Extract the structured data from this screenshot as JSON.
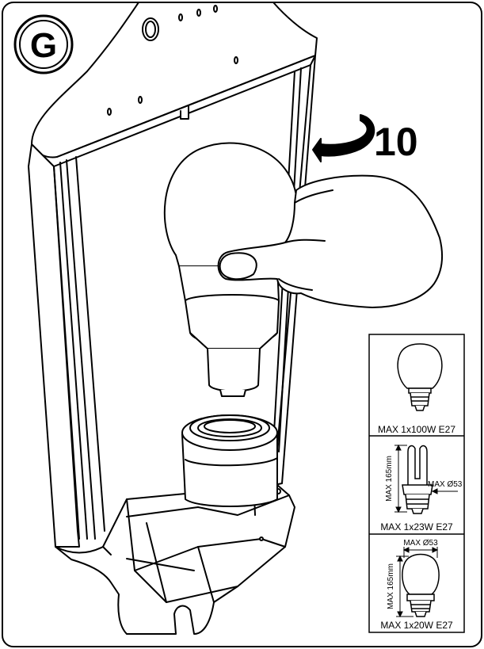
{
  "step": {
    "letter": "G"
  },
  "rotation": {
    "count": "10"
  },
  "bulb_specs": [
    {
      "label": "MAX 1x100W E27"
    },
    {
      "label": "MAX 1x23W E27",
      "height_note": "MAX 165mm",
      "diameter_note": "MAX Ø53"
    },
    {
      "label": "MAX 1x20W E27",
      "height_note": "MAX 165mm",
      "diameter_note": "MAX Ø53"
    }
  ]
}
